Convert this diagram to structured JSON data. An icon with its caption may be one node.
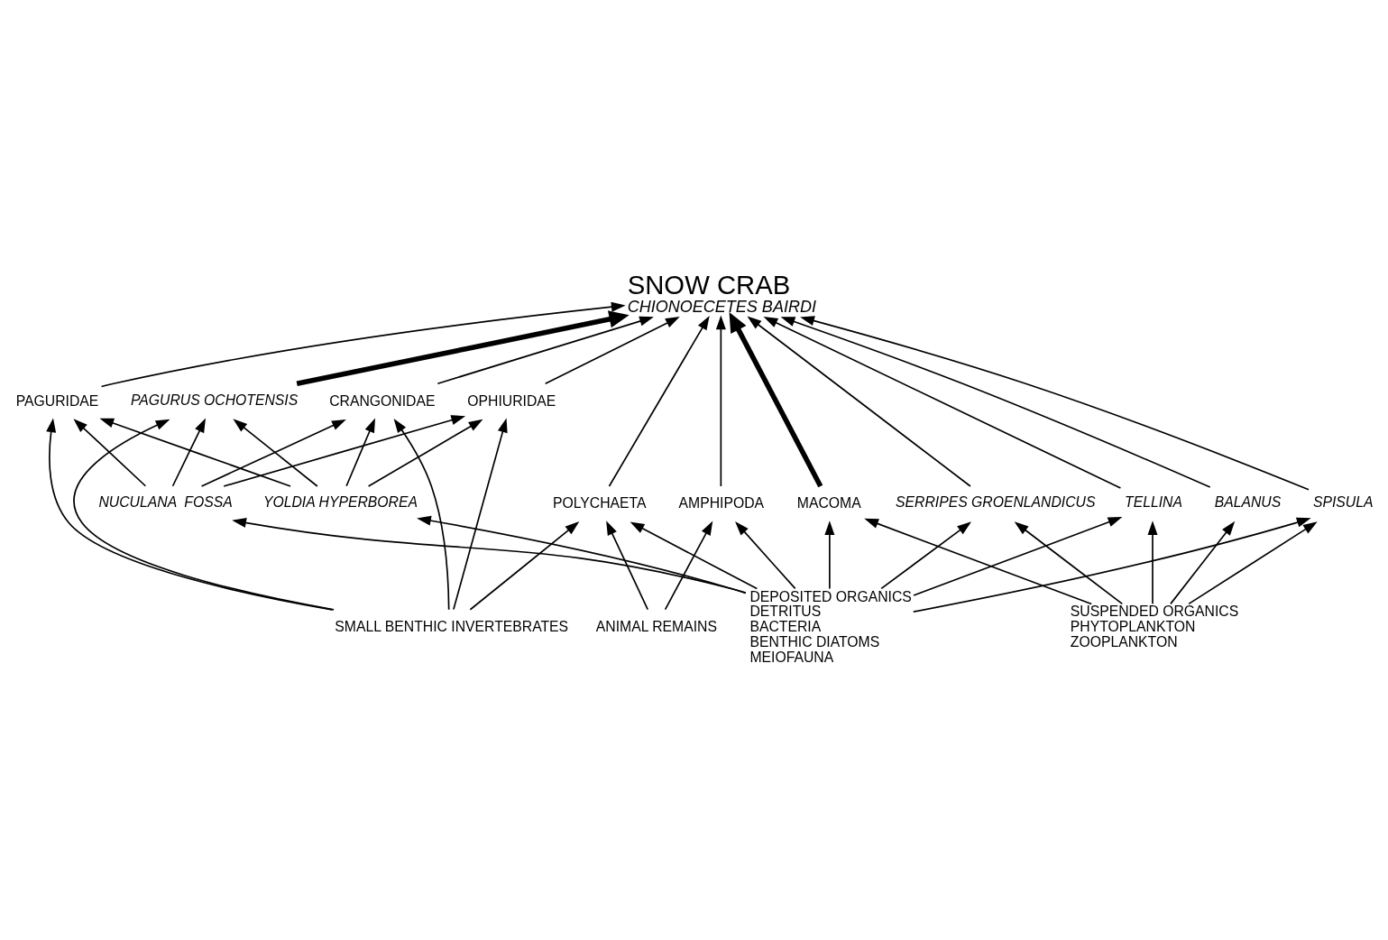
{
  "diagram": {
    "nodes": [
      {
        "text": [
          "SNOW CRAB",
          "CHIONOECETES BAIRDI"
        ]
      },
      {
        "text": [
          "PAGURIDAE"
        ]
      },
      {
        "text": [
          "PAGURUS OCHOTENSIS"
        ]
      },
      {
        "text": [
          "CRANGONIDAE"
        ]
      },
      {
        "text": [
          "OPHIURIDAE"
        ]
      },
      {
        "text": [
          "POLYCHAETA"
        ]
      },
      {
        "text": [
          "AMPHIPODA"
        ]
      },
      {
        "text": [
          "NUCULANA  FOSSA"
        ]
      },
      {
        "text": [
          "YOLDIA HYPERBOREA"
        ]
      },
      {
        "text": [
          "MACOMA"
        ]
      },
      {
        "text": [
          "SERRIPES GROENLANDICUS"
        ]
      },
      {
        "text": [
          "TELLINA"
        ]
      },
      {
        "text": [
          "BALANUS"
        ]
      },
      {
        "text": [
          "SPISULA"
        ]
      },
      {
        "text": [
          "SMALL BENTHIC INVERTEBRATES"
        ]
      },
      {
        "text": [
          "ANIMAL REMAINS"
        ]
      },
      {
        "text": [
          "DEPOSITED ORGANICS",
          "DETRITUS",
          "BACTERIA",
          "BENTHIC DIATOMS",
          "MEIOFAUNA"
        ]
      },
      {
        "text": [
          "SUSPENDED ORGANICS",
          "PHYTOPLANKTON",
          "ZOOPLANKTON"
        ]
      }
    ],
    "edges": [
      {
        "from": 1,
        "to": 0,
        "arrow": "to"
      },
      {
        "from": 2,
        "to": 0,
        "arrow": "to",
        "style": "thick"
      },
      {
        "from": 3,
        "to": 0,
        "arrow": "to"
      },
      {
        "from": 4,
        "to": 0,
        "arrow": "to"
      },
      {
        "from": 5,
        "to": 0,
        "arrow": "to"
      },
      {
        "from": 6,
        "to": 0,
        "arrow": "to"
      },
      {
        "from": 9,
        "to": 0,
        "arrow": "to",
        "style": "thick"
      },
      {
        "from": 10,
        "to": 0,
        "arrow": "to"
      },
      {
        "from": 11,
        "to": 0,
        "arrow": "to"
      },
      {
        "from": 12,
        "to": 0,
        "arrow": "to"
      },
      {
        "from": 13,
        "to": 0,
        "arrow": "to"
      },
      {
        "from": 14,
        "to": 1,
        "arrow": "to"
      },
      {
        "from": 14,
        "to": 2,
        "arrow": "to"
      },
      {
        "from": 14,
        "to": 3,
        "arrow": "to"
      },
      {
        "from": 14,
        "to": 4,
        "arrow": "to"
      },
      {
        "from": 7,
        "to": 1,
        "arrow": "to"
      },
      {
        "from": 7,
        "to": 2,
        "arrow": "to"
      },
      {
        "from": 7,
        "to": 3,
        "arrow": "to"
      },
      {
        "from": 7,
        "to": 4,
        "arrow": "to"
      },
      {
        "from": 8,
        "to": 1,
        "arrow": "to"
      },
      {
        "from": 8,
        "to": 2,
        "arrow": "to"
      },
      {
        "from": 8,
        "to": 3,
        "arrow": "to"
      },
      {
        "from": 8,
        "to": 4,
        "arrow": "to"
      },
      {
        "from": 14,
        "to": 5,
        "arrow": "to"
      },
      {
        "from": 15,
        "to": 5,
        "arrow": "to"
      },
      {
        "from": 16,
        "to": 5,
        "arrow": "to"
      },
      {
        "from": 15,
        "to": 6,
        "arrow": "to"
      },
      {
        "from": 16,
        "to": 6,
        "arrow": "to"
      },
      {
        "from": 16,
        "to": 7,
        "arrow": "to"
      },
      {
        "from": 16,
        "to": 8,
        "arrow": "to"
      },
      {
        "from": 16,
        "to": 9,
        "arrow": "to"
      },
      {
        "from": 17,
        "to": 9,
        "arrow": "to"
      },
      {
        "from": 16,
        "to": 10,
        "arrow": "to"
      },
      {
        "from": 17,
        "to": 10,
        "arrow": "to"
      },
      {
        "from": 16,
        "to": 11,
        "arrow": "to"
      },
      {
        "from": 17,
        "to": 11,
        "arrow": "to"
      },
      {
        "from": 17,
        "to": 12,
        "arrow": "to"
      },
      {
        "from": 16,
        "to": 13,
        "arrow": "to"
      },
      {
        "from": 17,
        "to": 13,
        "arrow": "to"
      }
    ]
  }
}
